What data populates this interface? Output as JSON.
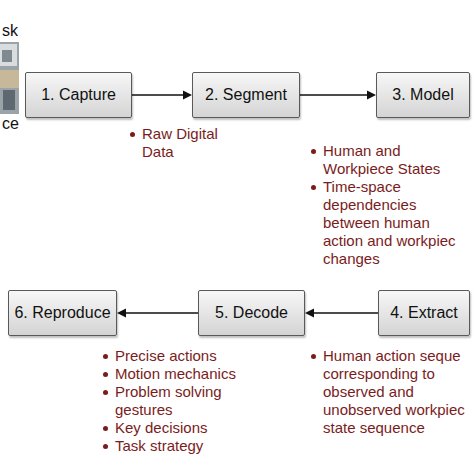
{
  "diagram": {
    "nodes": [
      {
        "text": [
          "1. Capture"
        ]
      },
      {
        "text": [
          "2. Segment"
        ]
      },
      {
        "text": [
          "3. Model"
        ]
      },
      {
        "text": [
          "4. Extract"
        ]
      },
      {
        "text": [
          "5. Decode"
        ]
      },
      {
        "text": [
          "6. Reproduce"
        ]
      }
    ],
    "edges": [
      {
        "from": 0,
        "to": 1,
        "arrow": "to"
      },
      {
        "from": 1,
        "to": 2,
        "arrow": "to"
      },
      {
        "from": 3,
        "to": 4,
        "arrow": "to"
      },
      {
        "from": 4,
        "to": 5,
        "arrow": "to"
      }
    ],
    "labels": [
      "sk",
      "ce",
      "Raw Digital Data",
      "Human and Workpiece States",
      "Time-space dependencies between human action and workpiec changes",
      "Precise actions",
      "Motion mechanics",
      "Problem solving gestures",
      "Key decisions",
      "Task strategy",
      "Human action seque corresponding to observed and unobserved workpiec state sequence"
    ]
  }
}
